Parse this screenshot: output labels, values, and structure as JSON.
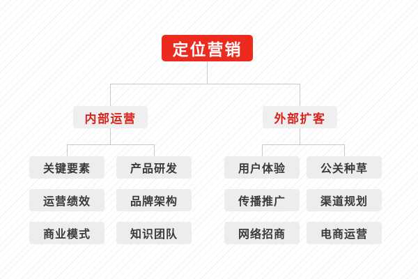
{
  "diagram": {
    "title": "定位营销",
    "root": {
      "label": "定位营销"
    },
    "branches": [
      {
        "label": "内部运营",
        "columns": [
          {
            "items": [
              "关键要素",
              "运营绩效",
              "商业模式"
            ]
          },
          {
            "items": [
              "产品研发",
              "品牌架构",
              "知识团队"
            ]
          }
        ]
      },
      {
        "label": "外部扩客",
        "columns": [
          {
            "items": [
              "用户体验",
              "传播推广",
              "网络招商"
            ]
          },
          {
            "items": [
              "公关种草",
              "渠道规划",
              "电商运营"
            ]
          }
        ]
      }
    ],
    "colors": {
      "root_bg": "#ec2a1e",
      "root_text": "#ffffff",
      "branch_bg": "#efefef",
      "branch_text": "#d8241b",
      "leaf_bg": "#ededed",
      "leaf_text": "#3a3a3a",
      "connector": "#c9c9c9",
      "background": "#fdfdfd"
    }
  }
}
